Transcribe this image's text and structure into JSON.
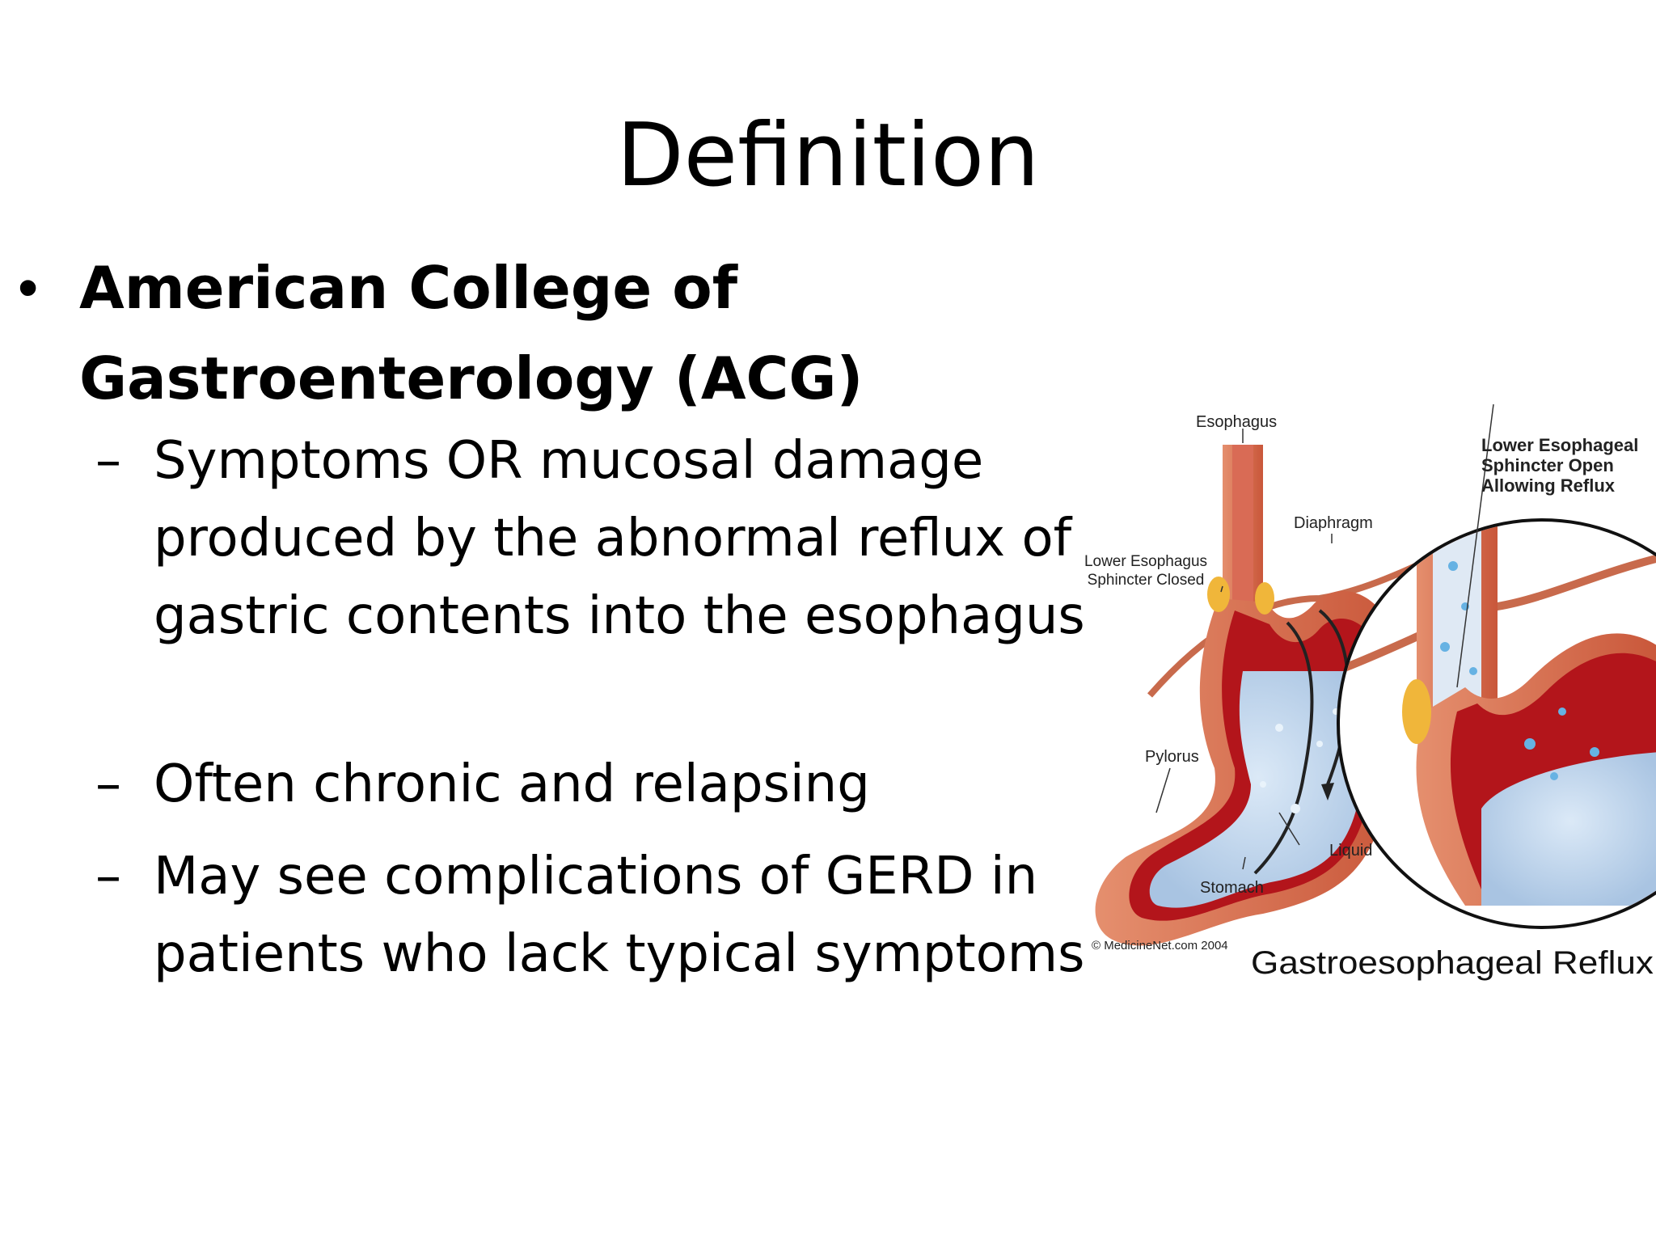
{
  "title": "Definition",
  "bullet": "American College of Gastroenterology (ACG)",
  "sub_bullets": [
    "Symptoms OR mucosal damage produced by the abnormal reflux of gastric contents into the esophagus",
    "Often chronic and relapsing",
    "May see complications of GERD in patients who lack typical symptoms"
  ],
  "figure": {
    "labels": {
      "esophagus": "Esophagus",
      "diaphragm": "Diaphragm",
      "les_closed": "Lower Esophagus Sphincter Closed",
      "pylorus": "Pylorus",
      "stomach": "Stomach",
      "liquid": "Liquid",
      "les_open": "Lower Esophageal Sphincter Open Allowing Reflux",
      "credit": "© MedicineNet.com 2004"
    },
    "caption": "Gastroesophageal Reflux"
  }
}
